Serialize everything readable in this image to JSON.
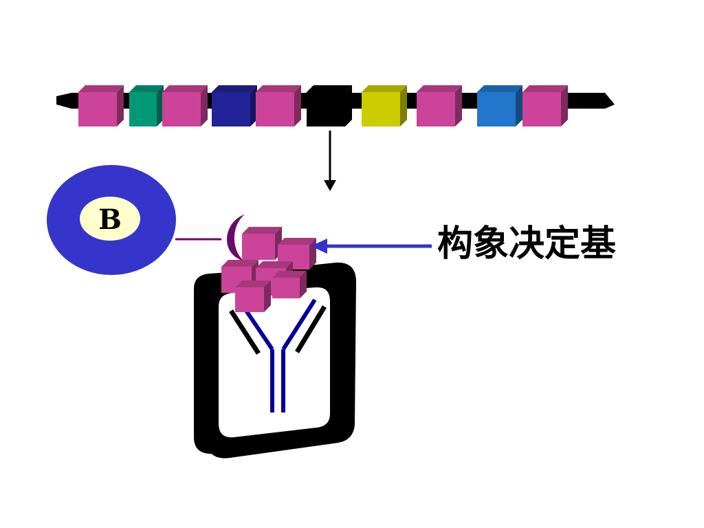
{
  "b_cell": {
    "letter": "B",
    "body_color": "#3535cc",
    "nucleus_color": "#ffffcc"
  },
  "label": {
    "text": "构象决定基",
    "arrow_color": "#3333cc"
  },
  "chain": {
    "bar_color": "#000000",
    "arrow_color": "#000000",
    "cubes": [
      {
        "name": "cube-1",
        "color": "#cc4499"
      },
      {
        "name": "cube-2",
        "color": "#009977"
      },
      {
        "name": "cube-3",
        "color": "#cc4499"
      },
      {
        "name": "cube-4",
        "color": "#222299"
      },
      {
        "name": "cube-5",
        "color": "#cc4499"
      },
      {
        "name": "cube-6",
        "color": "#000000"
      },
      {
        "name": "cube-7",
        "color": "#cccc00"
      },
      {
        "name": "cube-8",
        "color": "#cc4499"
      },
      {
        "name": "cube-9",
        "color": "#2277cc"
      },
      {
        "name": "cube-10",
        "color": "#cc4499"
      }
    ]
  },
  "epitope_cluster": {
    "color": "#cc4499"
  },
  "antibody": {
    "heavy_color": "#000099",
    "light_color": "#000000"
  },
  "receptor_color": "#6a0a6a",
  "frame_color": "#000000"
}
